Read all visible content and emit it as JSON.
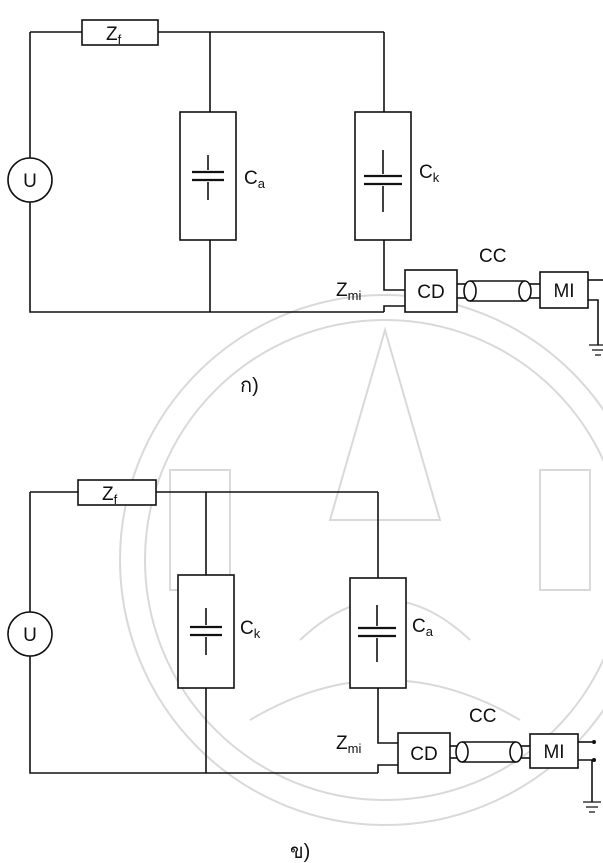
{
  "diagram_a": {
    "caption": "ก)",
    "source_symbol": "U",
    "impedance_base": "Z",
    "impedance_sub": "f",
    "cap_left_base": "C",
    "cap_left_sub": "a",
    "cap_right_base": "C",
    "cap_right_sub": "k",
    "zmi_base": "Z",
    "zmi_sub": "mi",
    "coupling_device": "CD",
    "cable": "CC",
    "instrument": "MI"
  },
  "diagram_b": {
    "caption": "ข)",
    "source_symbol": "U",
    "impedance_base": "Z",
    "impedance_sub": "f",
    "cap_left_base": "C",
    "cap_left_sub": "k",
    "cap_right_base": "C",
    "cap_right_sub": "a",
    "zmi_base": "Z",
    "zmi_sub": "mi",
    "coupling_device": "CD",
    "cable": "CC",
    "instrument": "MI"
  }
}
